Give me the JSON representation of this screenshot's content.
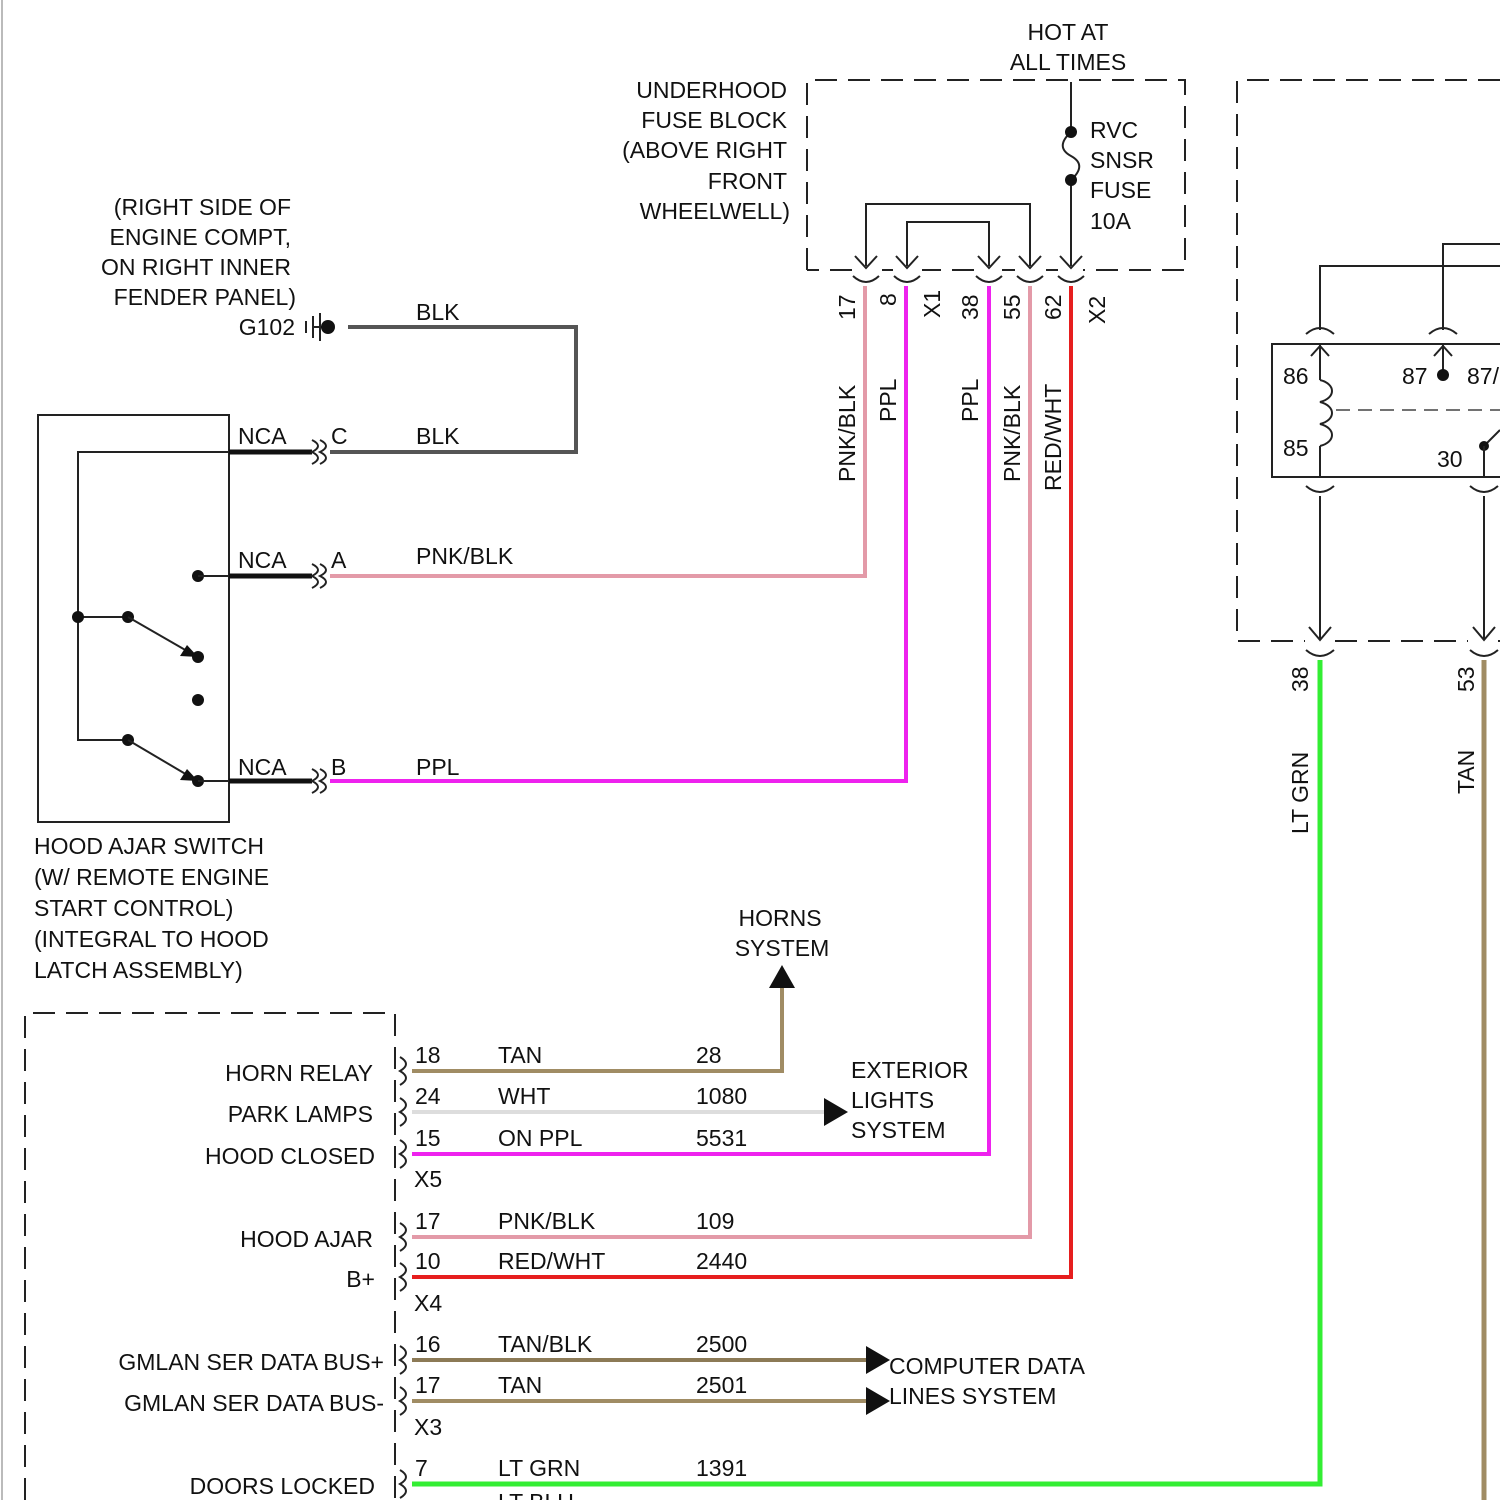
{
  "colors": {
    "BLK": "#555555",
    "PNK_BLK": "#e39aa8",
    "PPL": "#ee22ee",
    "RED_WHT": "#e61e1e",
    "TAN": "#a08c64",
    "WHT": "#dddddd",
    "LT_GRN": "#33ee33",
    "TAN_BLK": "#8c7a56"
  },
  "hot_label": [
    "HOT AT",
    "ALL TIMES"
  ],
  "fuse_block": {
    "label": [
      "UNDERHOOD",
      "FUSE BLOCK",
      "(ABOVE RIGHT",
      "FRONT",
      "WHEELWELL)"
    ],
    "fuse": [
      "RVC",
      "SNSR",
      "FUSE",
      "10A"
    ],
    "pins": [
      "17",
      "8",
      "X1",
      "38",
      "55",
      "62",
      "X2"
    ],
    "wire_colors": [
      "PNK/BLK",
      "PPL",
      "PPL",
      "PNK/BLK",
      "RED/WHT"
    ]
  },
  "ground": {
    "location": [
      "(RIGHT SIDE OF",
      "ENGINE COMPT,",
      "ON RIGHT INNER",
      "FENDER PANEL)"
    ],
    "id": "G102",
    "wire_color": "BLK"
  },
  "switch": {
    "label": [
      "HOOD AJAR SWITCH",
      "(W/ REMOTE ENGINE",
      "START CONTROL)",
      "(INTEGRAL TO HOOD",
      "LATCH ASSEMBLY)"
    ],
    "terminals": [
      {
        "nca": "NCA",
        "pin": "C",
        "color": "BLK"
      },
      {
        "nca": "NCA",
        "pin": "A",
        "color": "PNK/BLK"
      },
      {
        "nca": "NCA",
        "pin": "B",
        "color": "PPL"
      }
    ]
  },
  "relay": {
    "pins": [
      "86",
      "87",
      "87/",
      "85",
      "30"
    ],
    "out_pins": [
      "38",
      "53"
    ],
    "out_colors": [
      "LT GRN",
      "TAN"
    ]
  },
  "module": {
    "rows": [
      {
        "label": "HORN RELAY",
        "pin": "18",
        "color": "TAN",
        "circuit": "28"
      },
      {
        "label": "PARK LAMPS",
        "pin": "24",
        "color": "WHT",
        "circuit": "1080"
      },
      {
        "label": "HOOD CLOSED",
        "pin": "15",
        "color": "ON PPL",
        "circuit": "5531"
      },
      {
        "label": "HOOD AJAR",
        "pin": "17",
        "color": "PNK/BLK",
        "circuit": "109"
      },
      {
        "label": "B+",
        "pin": "10",
        "color": "RED/WHT",
        "circuit": "2440"
      },
      {
        "label": "GMLAN SER DATA BUS+",
        "pin": "16",
        "color": "TAN/BLK",
        "circuit": "2500"
      },
      {
        "label": "GMLAN SER DATA BUS-",
        "pin": "17",
        "color": "TAN",
        "circuit": "2501"
      },
      {
        "label": "DOORS LOCKED",
        "pin": "7",
        "color": "LT GRN",
        "circuit": "1391"
      }
    ],
    "connectors": [
      "X5",
      "X4",
      "X3"
    ],
    "next_color": "LT BLU"
  },
  "destinations": {
    "horns": [
      "HORNS",
      "SYSTEM"
    ],
    "exterior": [
      "EXTERIOR",
      "LIGHTS",
      "SYSTEM"
    ],
    "computer": [
      "COMPUTER DATA",
      "LINES SYSTEM"
    ]
  }
}
